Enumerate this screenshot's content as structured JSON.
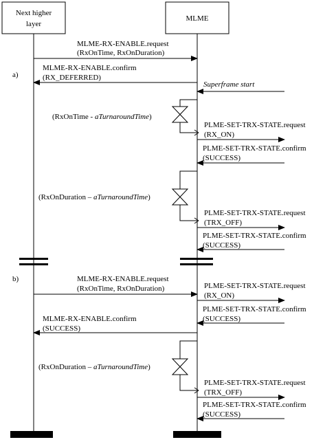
{
  "participants": {
    "higher_layer": "Next higher\nlayer",
    "mlme": "MLME"
  },
  "section_labels": {
    "a": "a)",
    "b": "b)"
  },
  "a": {
    "enable_request": "MLME-RX-ENABLE.request",
    "enable_request_params": "(RxOnTime, RxOnDuration)",
    "enable_confirm": "MLME-RX-ENABLE.confirm",
    "enable_confirm_params": "(RX_DEFERRED)",
    "superframe_start": "Superframe start",
    "delay1_prefix": "(RxOnTime - ",
    "delay1_italic": "aTurnaroundTime",
    "delay1_suffix": ")",
    "set_trx_request_1": "PLME-SET-TRX-STATE.request",
    "set_trx_request_1_params": "(RX_ON)",
    "set_trx_confirm_1": "PLME-SET-TRX-STATE.confirm",
    "set_trx_confirm_1_params": "(SUCCESS)",
    "delay2_prefix": "(RxOnDuration – ",
    "delay2_italic": "aTurnaroundTime",
    "delay2_suffix": ")",
    "set_trx_request_2": "PLME-SET-TRX-STATE.request",
    "set_trx_request_2_params": "(TRX_OFF)",
    "set_trx_confirm_2": "PLME-SET-TRX-STATE.confirm",
    "set_trx_confirm_2_params": "(SUCCESS)"
  },
  "b": {
    "enable_request": "MLME-RX-ENABLE.request",
    "enable_request_params": "(RxOnTime, RxOnDuration)",
    "set_trx_request_1": "PLME-SET-TRX-STATE.request",
    "set_trx_request_1_params": "(RX_ON)",
    "set_trx_confirm_1": "PLME-SET-TRX-STATE.confirm",
    "set_trx_confirm_1_params": "(SUCCESS)",
    "enable_confirm": "MLME-RX-ENABLE.confirm",
    "enable_confirm_params": "(SUCCESS)",
    "delay_prefix": "(RxOnDuration – ",
    "delay_italic": "aTurnaroundTime",
    "delay_suffix": ")",
    "set_trx_request_2": "PLME-SET-TRX-STATE.request",
    "set_trx_request_2_params": "(TRX_OFF)",
    "set_trx_confirm_2": "PLME-SET-TRX-STATE.confirm",
    "set_trx_confirm_2_params": "(SUCCESS)"
  }
}
